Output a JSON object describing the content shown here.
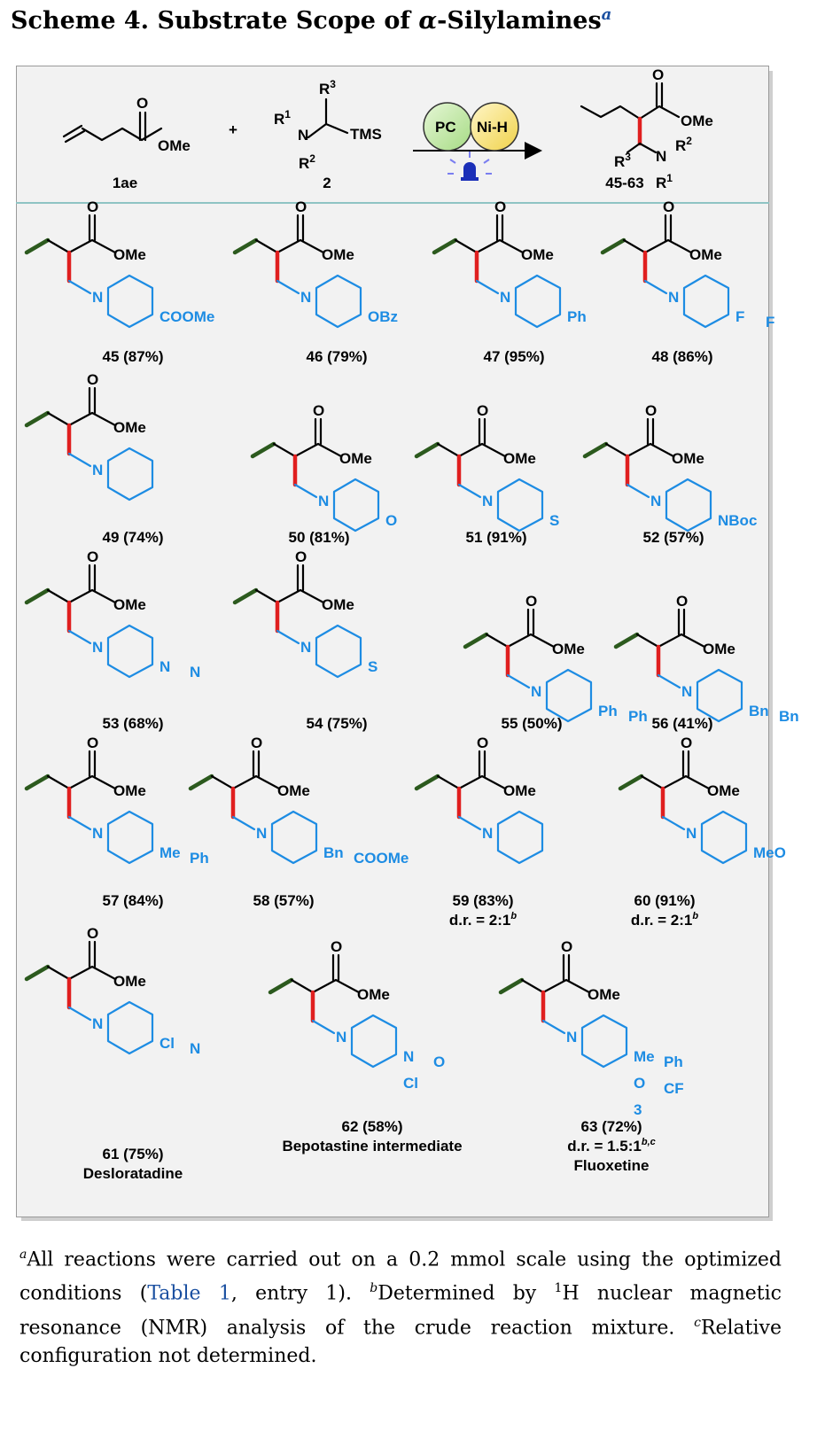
{
  "title": {
    "scheme": "Scheme 4. Substrate Scope of",
    "alpha": "α",
    "rest": "-Silylamines",
    "note": "a"
  },
  "reaction": {
    "reactant1_label": "1ae",
    "reactant2_label": "2",
    "product_label": "45-63",
    "plus": "+",
    "ome": "OMe",
    "o": "O",
    "tms": "TMS",
    "r1": "R",
    "r2": "R",
    "r3": "R",
    "r1_sup": "1",
    "r2_sup": "2",
    "r3_sup": "3",
    "n": "N",
    "pc": "PC",
    "nih": "Ni-H"
  },
  "compounds": [
    {
      "caption": "45 (87%)",
      "groups": [
        "COOMe"
      ]
    },
    {
      "caption": "46 (79%)",
      "groups": [
        "OBz"
      ]
    },
    {
      "caption": "47 (95%)",
      "groups": [
        "Ph"
      ]
    },
    {
      "caption": "48 (86%)",
      "groups": [
        "F",
        "F"
      ]
    },
    {
      "caption": "49 (74%)",
      "groups": []
    },
    {
      "caption": "50 (81%)",
      "groups": [
        "O"
      ]
    },
    {
      "caption": "51 (91%)",
      "groups": [
        "S"
      ]
    },
    {
      "caption": "52 (57%)",
      "groups": [
        "NBoc"
      ]
    },
    {
      "caption": "53 (68%)",
      "groups": [
        "N",
        "N"
      ]
    },
    {
      "caption": "54 (75%)",
      "groups": [
        "S"
      ]
    },
    {
      "caption": "55 (50%)",
      "groups": [
        "Ph",
        "Ph"
      ]
    },
    {
      "caption": "56 (41%)",
      "groups": [
        "Bn",
        "Bn"
      ]
    },
    {
      "caption": "57 (84%)",
      "groups": [
        "Me",
        "Ph"
      ]
    },
    {
      "caption": "58 (57%)",
      "groups": [
        "Bn",
        "COOMe"
      ]
    },
    {
      "caption": "59 (83%)",
      "dr": "d.r. = 2:1",
      "dr_note": "b"
    },
    {
      "caption": "60 (91%)",
      "dr": "d.r. = 2:1",
      "dr_note": "b",
      "groups": [
        "MeO"
      ]
    },
    {
      "caption": "61 (75%)",
      "name": "Desloratadine",
      "groups": [
        "Cl",
        "N"
      ]
    },
    {
      "caption": "62 (58%)",
      "name": "Bepotastine intermediate",
      "groups": [
        "N",
        "O",
        "Cl"
      ]
    },
    {
      "caption": "63 (72%)",
      "dr": "d.r. = 1.5:1",
      "dr_note": "b,c",
      "name": "Fluoxetine",
      "groups": [
        "Me",
        "Ph",
        "O",
        "CF",
        "3"
      ]
    }
  ],
  "footnote": {
    "a_mark": "a",
    "a_text1": "All reactions were carried out on a 0.2 mmol scale using the optimized conditions (",
    "a_link": "Table 1",
    "a_text2": ", entry 1). ",
    "b_mark": "b",
    "b_text1": "Determined by ",
    "b_sup": "1",
    "b_text2": "H nuclear magnetic resonance (NMR) analysis of the crude reaction mixture. ",
    "c_mark": "c",
    "c_text": "Relative configuration not determined."
  },
  "colors": {
    "substituent": "#1d8ce3",
    "new_bond": "#e01f1f",
    "alkyl": "#2c5a1e",
    "divider": "#8fc4c4"
  }
}
